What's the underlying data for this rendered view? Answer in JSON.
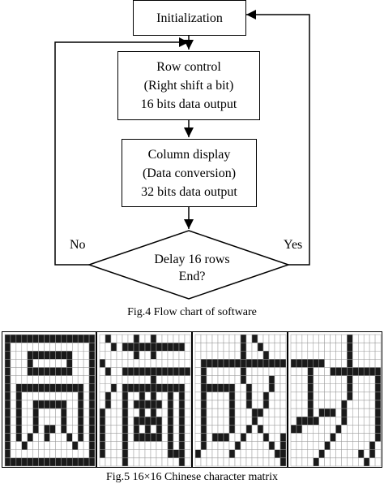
{
  "flowchart": {
    "init_label": "Initialization",
    "row_control_lines": [
      "Row control",
      "(Right shift a bit)",
      "16 bits data output"
    ],
    "column_display_lines": [
      "Column display",
      "(Data conversion)",
      "32 bits data output"
    ],
    "decision_lines": [
      "Delay 16 rows",
      "End?"
    ],
    "no_label": "No",
    "yes_label": "Yes",
    "caption": "Fig.4 Flow chart of software"
  },
  "matrix": {
    "caption": "Fig.5 16×16 Chinese character matrix",
    "characters": [
      {
        "char": "圆",
        "rows": [
          "1111111111111111",
          "1000000000000001",
          "1000111111110001",
          "1000100000010001",
          "1000111111110001",
          "1000000000000001",
          "1011111111111101",
          "1010000000000101",
          "1010011111100101",
          "1010010000100101",
          "1010010000100101",
          "1010010110100101",
          "1010100100010101",
          "1001000000001001",
          "1000000000000001",
          "1111111111111111"
        ]
      },
      {
        "char": "满",
        "rows": [
          "0100001001000000",
          "0010111111111110",
          "0000001001000000",
          "1000000000000000",
          "0100111111111111",
          "0000000001000000",
          "0010111111111110",
          "0100100101001010",
          "0100101111101010",
          "1000100101001010",
          "1000101111101010",
          "1000101010101010",
          "1000101111101010",
          "1000100000001010",
          "1000100000001110",
          "0000100000000010"
        ]
      },
      {
        "char": "成",
        "rows": [
          "0000000010100000",
          "0000000010010000",
          "0000000010001000",
          "0111111111111111",
          "0100000010000000",
          "0100000010000100",
          "0111111001000100",
          "0100001001001000",
          "0100001001001000",
          "0100001000110000",
          "0100001000100000",
          "0100001001010000",
          "0101110010001001",
          "0100000100000101",
          "1000001000000011",
          "0000000000000001"
        ]
      },
      {
        "char": "功",
        "rows": [
          "0000000000100000",
          "0000000000100000",
          "0000000000100000",
          "1111110000100000",
          "0001000111111111",
          "0001000000100001",
          "0001000000100001",
          "0001000000100001",
          "0001000001000001",
          "0001011101000001",
          "0111100001000001",
          "1100000010000001",
          "0000000100000001",
          "0000001000000010",
          "0000010000001010",
          "0000100000000100"
        ]
      }
    ]
  }
}
